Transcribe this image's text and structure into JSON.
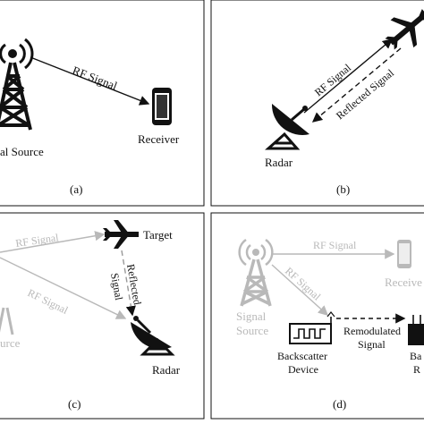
{
  "panel_a": {
    "caption": "(a)",
    "rf_signal": "RF Signal",
    "receiver": "Receiver",
    "signal_source": "al Source"
  },
  "panel_b": {
    "caption": "(b)",
    "rf_signal": "RF Signal",
    "reflected_signal": "Reflected Signal",
    "radar": "Radar"
  },
  "panel_c": {
    "caption": "(c)",
    "rf_signal_top": "RF Signal",
    "rf_signal_bottom": "RF Signal",
    "target": "Target",
    "reflected_line1": "Reflected",
    "reflected_line2": "Signal",
    "source_partial": "urce",
    "radar": "Radar"
  },
  "panel_d": {
    "caption": "(d)",
    "rf_signal_top": "RF Signal",
    "rf_signal_diag": "RF Signal",
    "receiver_partial": "Receive",
    "signal_source_line1": "Signal",
    "signal_source_line2": "Source",
    "remodulated_line1": "Remodulated",
    "remodulated_line2": "Signal",
    "backscatter_line1": "Backscatter",
    "backscatter_line2": "Device",
    "backscatter_rx_line1": "Ba",
    "backscatter_rx_line2": "R"
  },
  "colors": {
    "ink": "#111111",
    "faded": "#b9b9b9",
    "panel_bg": "#ffffff"
  }
}
